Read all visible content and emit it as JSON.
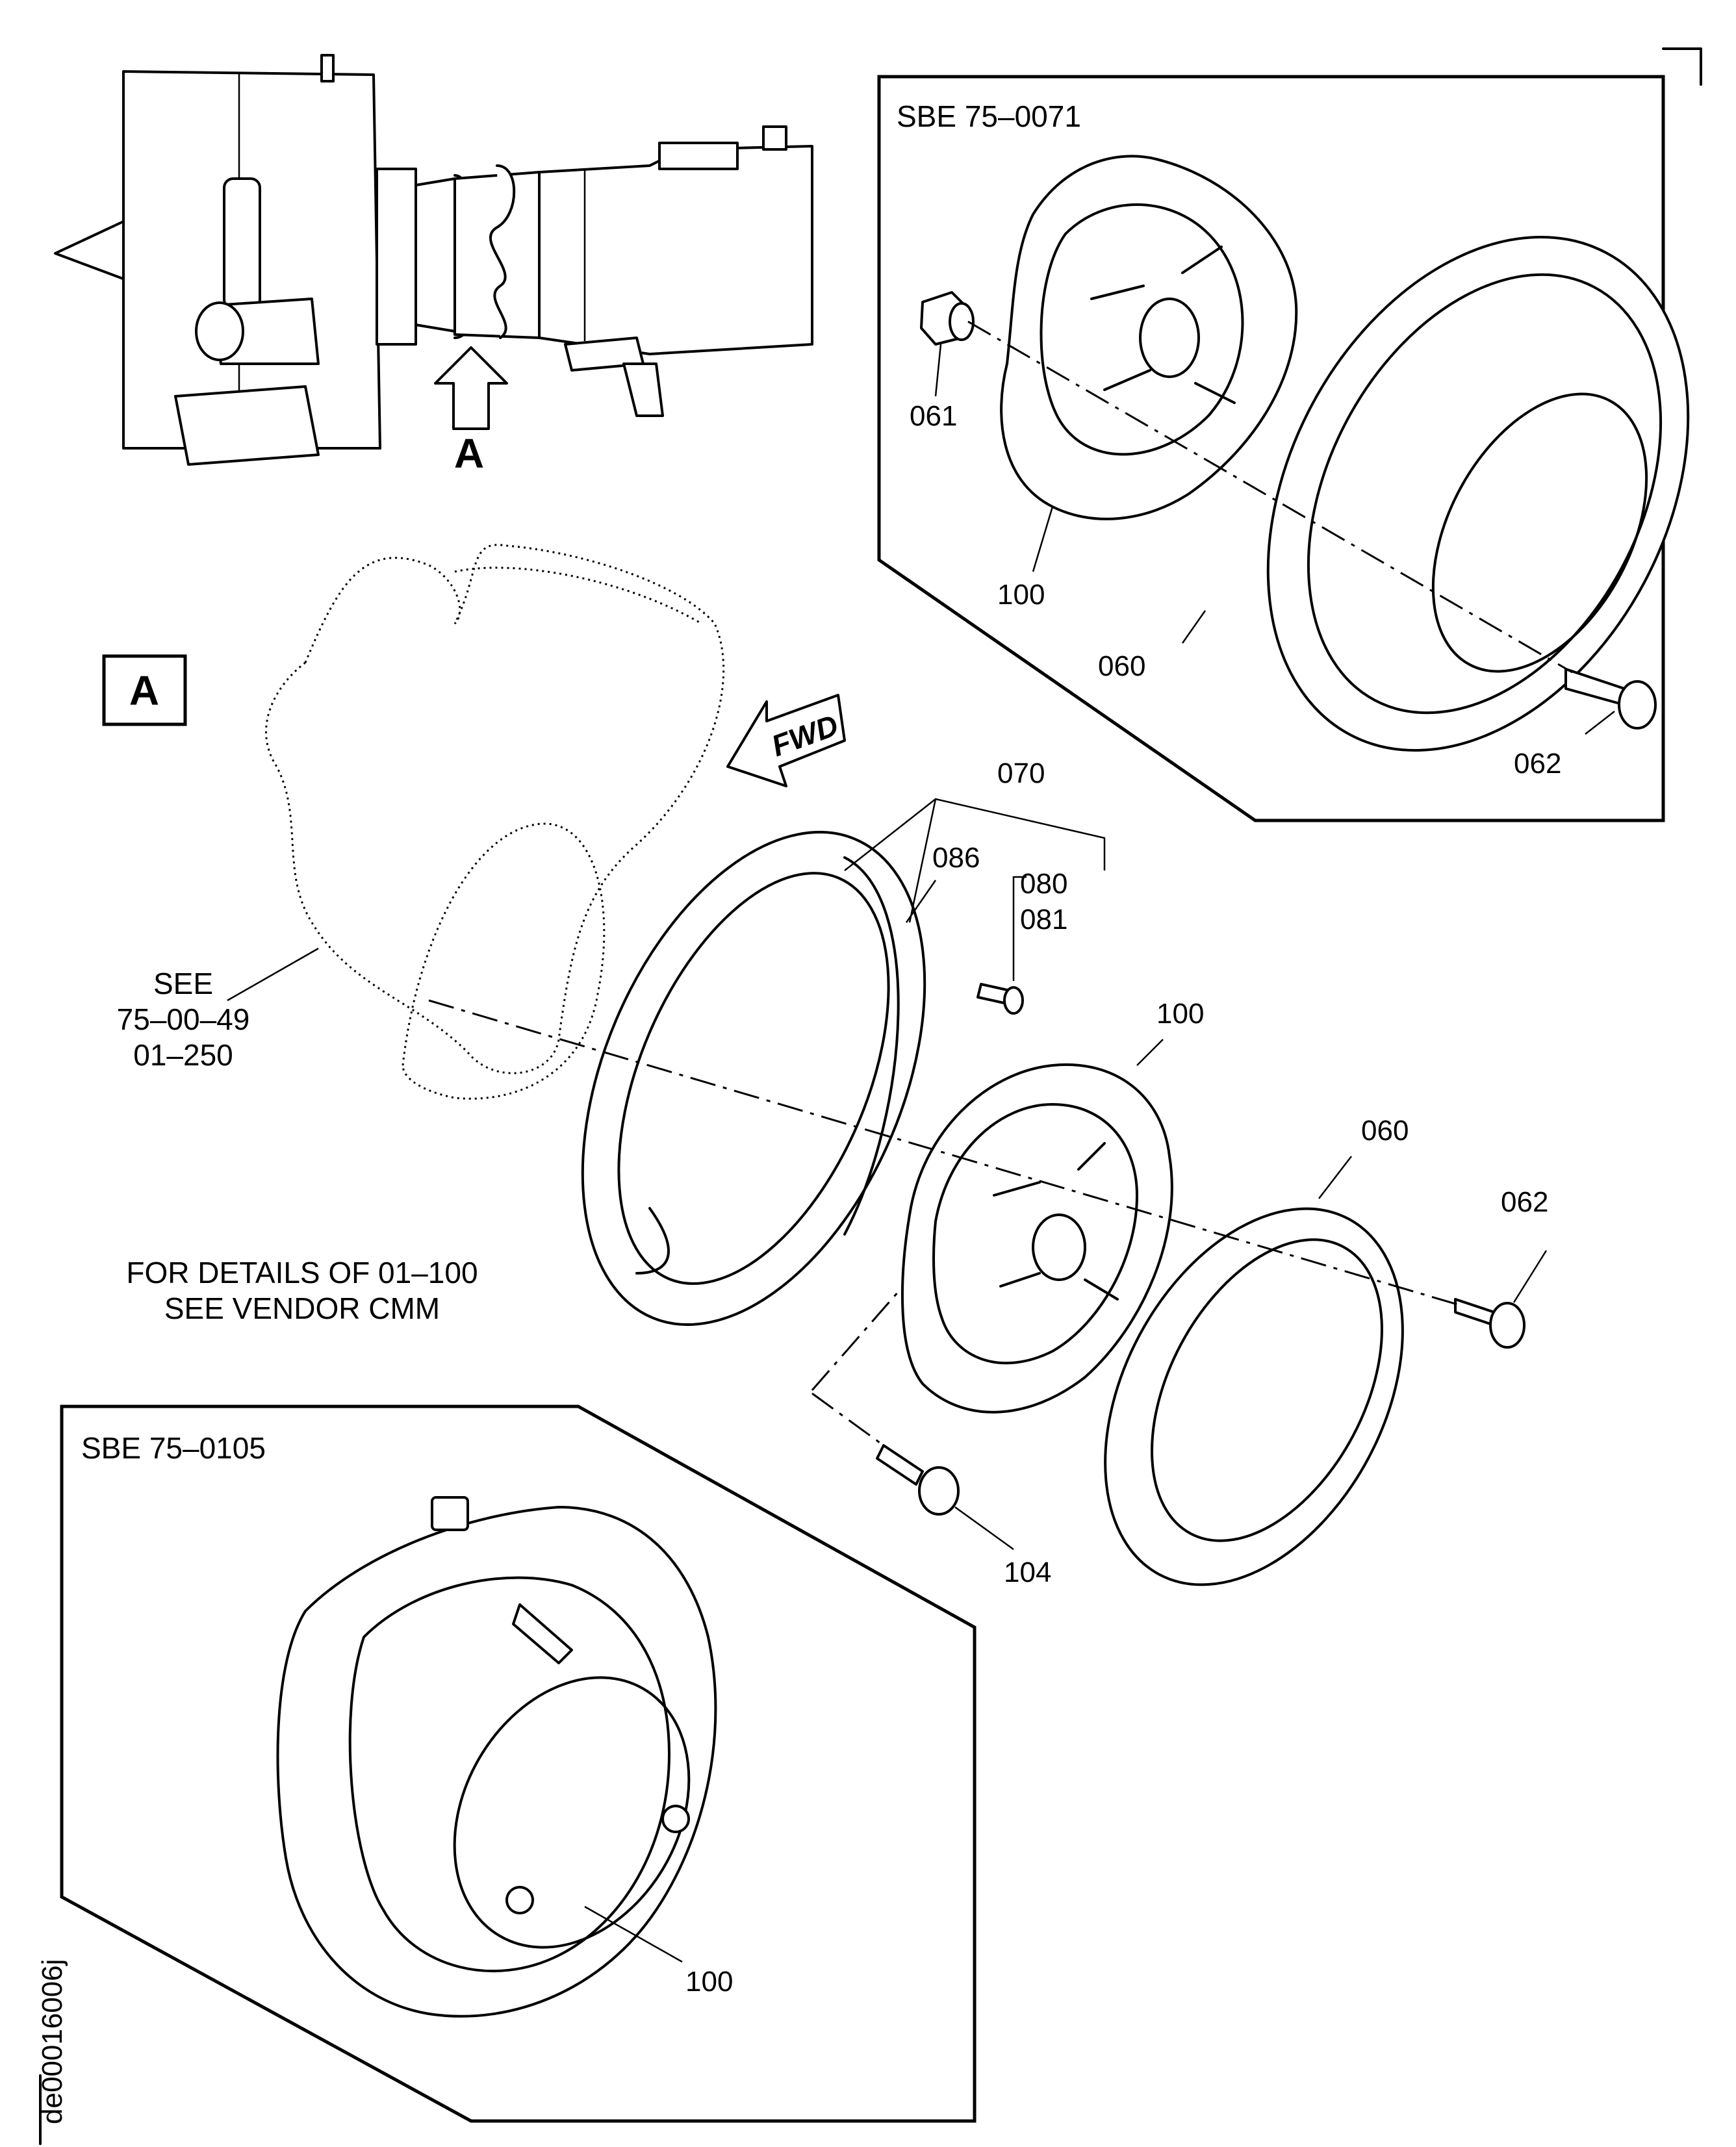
{
  "header": {
    "view_letter": "A",
    "view_arrow_label": "A"
  },
  "insets": {
    "top": {
      "title": "SBE 75–0071",
      "labels": [
        "061",
        "100",
        "060",
        "062"
      ]
    },
    "bottom": {
      "title": "SBE 75–0105",
      "labels": [
        "100"
      ]
    }
  },
  "main": {
    "fwd_label": "FWD",
    "labels": [
      "070",
      "086",
      "080",
      "081",
      "100",
      "060",
      "062",
      "104"
    ],
    "see_reference": [
      "SEE",
      "75–00–49",
      "01–250"
    ],
    "note": [
      "FOR DETAILS OF 01–100",
      "SEE VENDOR CMM"
    ]
  },
  "figure_id": "de00016006j",
  "colors": {
    "ink": "#000000",
    "paper": "#ffffff"
  }
}
